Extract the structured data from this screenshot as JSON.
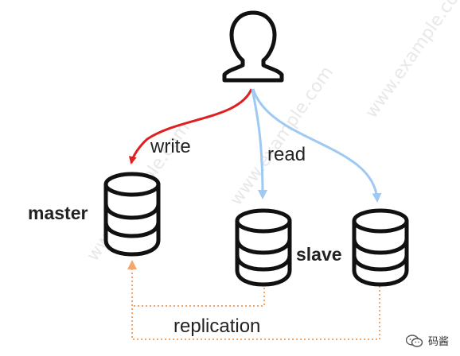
{
  "labels": {
    "write": "write",
    "read": "read",
    "master": "master",
    "slave": "slave",
    "replication": "replication"
  },
  "brand": {
    "text": "码酱",
    "icon": "wechat-icon"
  },
  "colors": {
    "write_arrow": "#e02020",
    "read_arrow": "#9ec9f2",
    "replication_arrow": "#f5a66a",
    "stroke": "#111111"
  },
  "icons": {
    "user": "user-icon",
    "database": "database-icon"
  }
}
